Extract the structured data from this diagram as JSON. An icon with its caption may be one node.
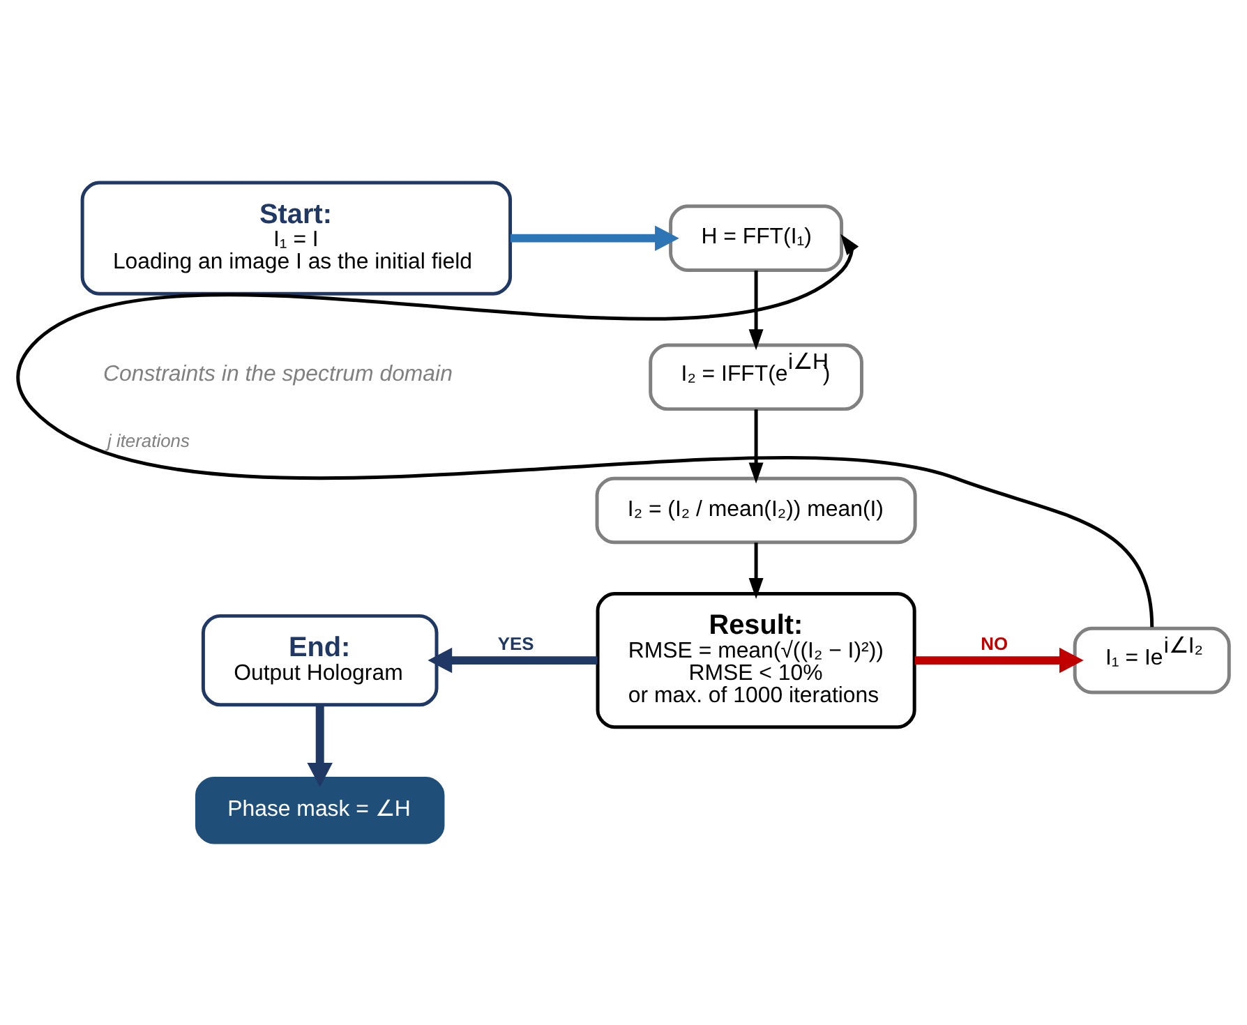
{
  "diagram": {
    "nodes": [
      {
        "text": [
          "Start:",
          "I₁ = I",
          "Loading an image I as the initial field"
        ]
      },
      {
        "text": [
          "H = FFT(I₁)"
        ]
      },
      {
        "text": [
          "I₂ = IFFT(e$^{i∠H}$)"
        ]
      },
      {
        "text": [
          "I₂ = (I₂ / mean(I₂)) mean(I)"
        ]
      },
      {
        "text": [
          "Result:",
          "RMSE = mean(√((I₂ − I)²))",
          "RMSE < 10%",
          "or max. of 1000 iterations"
        ]
      },
      {
        "text": [
          "I₁ = Ie$^{i∠I₂}$"
        ]
      },
      {
        "text": [
          "End:",
          "Output Hologram"
        ]
      },
      {
        "text": [
          "Phase mask = ∠H"
        ]
      }
    ],
    "edges": [
      {
        "from": 0,
        "to": 1,
        "arrow": "to",
        "style": "thick",
        "color": "#2e75b6"
      },
      {
        "from": 1,
        "to": 2,
        "arrow": "to"
      },
      {
        "from": 2,
        "to": 3,
        "arrow": "to"
      },
      {
        "from": 3,
        "to": 4,
        "arrow": "to"
      },
      {
        "from": 4,
        "to": 6,
        "arrow": "to",
        "label": "YES",
        "style": "thick",
        "color": "#1f3864"
      },
      {
        "from": 4,
        "to": 5,
        "arrow": "to",
        "label": "NO",
        "style": "thick",
        "color": "#c00000"
      },
      {
        "from": 5,
        "to": 1,
        "arrow": "to",
        "label": "j iterations"
      },
      {
        "from": 6,
        "to": 7,
        "arrow": "to",
        "style": "thick",
        "color": "#1f3864"
      }
    ],
    "labels": [
      "Constraints in the spectrum domain"
    ]
  }
}
